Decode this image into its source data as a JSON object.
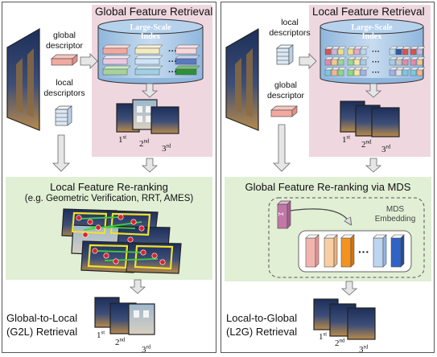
{
  "g2l": {
    "global_title": "Global Feature Retrieval",
    "db_label": "Large-Scale Index",
    "global_descriptor": "global descriptor",
    "local_descriptors": "local descriptors",
    "rerank_title": "Local Feature Re-ranking",
    "rerank_subtitle": "(e.g. Geometric Verification, RRT, AMES)",
    "caption": "Global-to-Local (G2L) Retrieval",
    "ranks": [
      "1st",
      "2nd",
      "3rd"
    ]
  },
  "l2g": {
    "local_title": "Local Feature Retrieval",
    "db_label": "Large-Scale Index",
    "local_descriptors": "local descriptors",
    "global_descriptor": "global descriptor",
    "rerank_title": "Global Feature Re-ranking via MDS",
    "mds_label": "MDS Embedding",
    "mds_input": "Σ",
    "caption": "Local-to-Global (L2G) Retrieval",
    "ranks": [
      "1st",
      "2nd",
      "3rd"
    ]
  },
  "colors": {
    "retrieval_bg": "#efd7e0",
    "rerank_bg": "#e1efd5",
    "database": "#a9c9e8",
    "global_descriptor": "#f1a9a0",
    "local_descriptor": "#dbe8f5"
  }
}
